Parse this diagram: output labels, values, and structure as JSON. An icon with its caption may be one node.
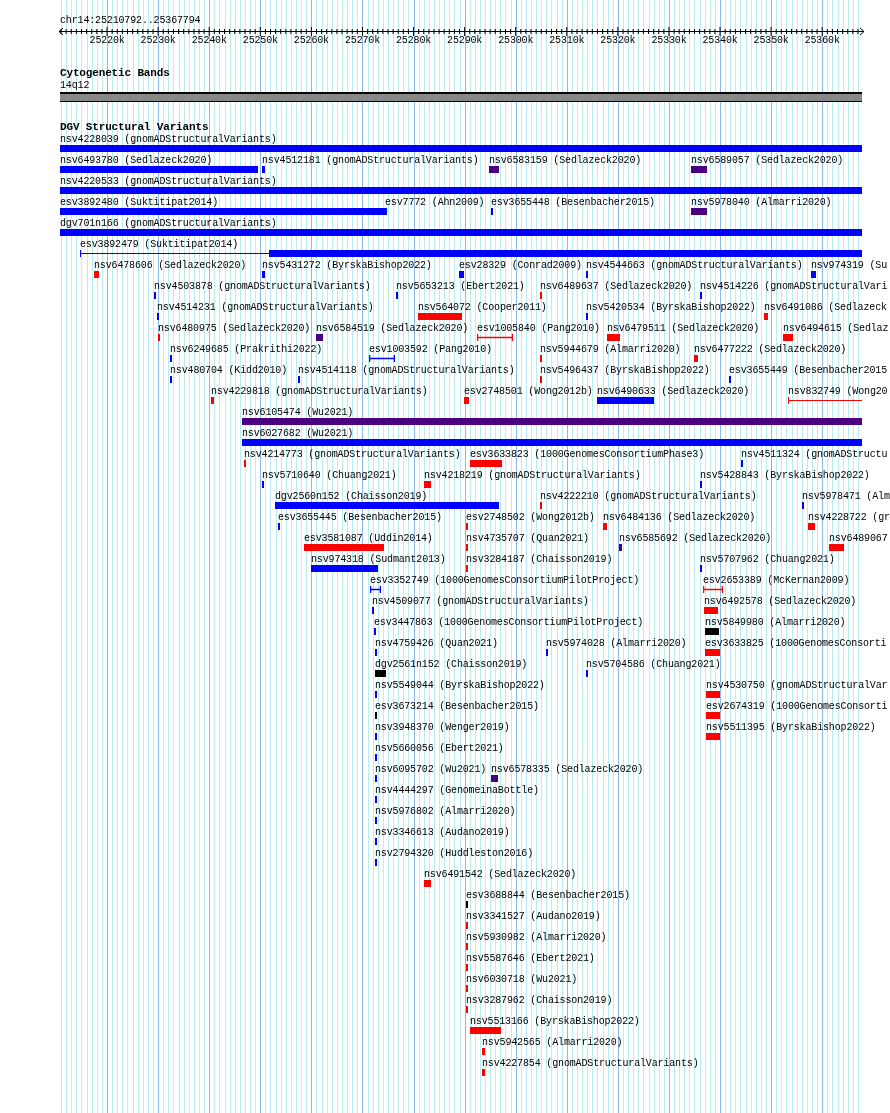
{
  "diagram": {
    "nodes": [
      {
        "text": [
          "14q12"
        ]
      },
      {
        "text": [
          "nsv4228039 (gnomADStructuralVariants)"
        ]
      },
      {
        "text": [
          "nsv6493780 (Sedlazeck2020)"
        ]
      },
      {
        "text": [
          "nsv4512181 (gnomADStructuralVariants)"
        ]
      },
      {
        "text": [
          "nsv6583159 (Sedlazeck2020)"
        ]
      },
      {
        "text": [
          "nsv6589057 (Sedlazeck2020)"
        ]
      },
      {
        "text": [
          "nsv4220533 (gnomADStructuralVariants)"
        ]
      },
      {
        "text": [
          "esv3892480 (Suktitipat2014)"
        ]
      },
      {
        "text": [
          "esv7772 (Ahn2009)"
        ]
      },
      {
        "text": [
          "esv3655448 (Besenbacher2015)"
        ]
      },
      {
        "text": [
          "nsv5978040 (Almarri2020)"
        ]
      },
      {
        "text": [
          "dgv701n166 (gnomADStructuralVariants)"
        ]
      },
      {
        "text": [
          "esv3892479 (Suktitipat2014)"
        ]
      },
      {
        "text": [
          "nsv6478606 (Sedlazeck2020)"
        ]
      },
      {
        "text": [
          "nsv5431272 (ByrskaBishop2022)"
        ]
      },
      {
        "text": [
          "esv28329 (Conrad2009)"
        ]
      },
      {
        "text": [
          "nsv4544663 (gnomADStructuralVariants)"
        ]
      },
      {
        "text": [
          "nsv974319 (Su"
        ]
      },
      {
        "text": [
          "nsv4503878 (gnomADStructuralVariants)"
        ]
      },
      {
        "text": [
          "nsv5653213 (Ebert2021)"
        ]
      },
      {
        "text": [
          "nsv6489637 (Sedlazeck2020)"
        ]
      },
      {
        "text": [
          "nsv4514226 (gnomADStructuralVari"
        ]
      },
      {
        "text": [
          "nsv4514231 (gnomADStructuralVariants)"
        ]
      },
      {
        "text": [
          "nsv564072 (Cooper2011)"
        ]
      },
      {
        "text": [
          "nsv5420534 (ByrskaBishop2022)"
        ]
      },
      {
        "text": [
          "nsv6491086 (Sedlazeck"
        ]
      },
      {
        "text": [
          "nsv6480975 (Sedlazeck2020)"
        ]
      },
      {
        "text": [
          "nsv6584519 (Sedlazeck2020)"
        ]
      },
      {
        "text": [
          "esv1005840 (Pang2010)"
        ]
      },
      {
        "text": [
          "nsv6479511 (Sedlazeck2020)"
        ]
      },
      {
        "text": [
          "nsv6494615 (Sedlaz"
        ]
      },
      {
        "text": [
          "nsv6249685 (Prakrithi2022)"
        ]
      },
      {
        "text": [
          "esv1003592 (Pang2010)"
        ]
      },
      {
        "text": [
          "nsv5944679 (Almarri2020)"
        ]
      },
      {
        "text": [
          "nsv6477222 (Sedlazeck2020)"
        ]
      },
      {
        "text": [
          "nsv480704 (Kidd2010)"
        ]
      },
      {
        "text": [
          "nsv4514118 (gnomADStructuralVariants)"
        ]
      },
      {
        "text": [
          "nsv5496437 (ByrskaBishop2022)"
        ]
      },
      {
        "text": [
          "esv3655449 (Besenbacher2015"
        ]
      },
      {
        "text": [
          "nsv4229818 (gnomADStructuralVariants)"
        ]
      },
      {
        "text": [
          "esv2748501 (Wong2012b)"
        ]
      },
      {
        "text": [
          "nsv6490633 (Sedlazeck2020)"
        ]
      },
      {
        "text": [
          "nsv832749 (Wong20"
        ]
      },
      {
        "text": [
          "nsv6105474 (Wu2021)"
        ]
      },
      {
        "text": [
          "nsv6027682 (Wu2021)"
        ]
      },
      {
        "text": [
          "nsv4214773 (gnomADStructuralVariants)"
        ]
      },
      {
        "text": [
          "esv3633823 (1000GenomesConsortiumPhase3)"
        ]
      },
      {
        "text": [
          "nsv4511324 (gnomADStructu"
        ]
      },
      {
        "text": [
          "nsv5710640 (Chuang2021)"
        ]
      },
      {
        "text": [
          "nsv4218219 (gnomADStructuralVariants)"
        ]
      },
      {
        "text": [
          "nsv5428843 (ByrskaBishop2022)"
        ]
      },
      {
        "text": [
          "dgv2560n152 (Chaisson2019)"
        ]
      },
      {
        "text": [
          "nsv4222210 (gnomADStructuralVariants)"
        ]
      },
      {
        "text": [
          "nsv5978471 (Alm"
        ]
      },
      {
        "text": [
          "esv3655445 (Besenbacher2015)"
        ]
      },
      {
        "text": [
          "esv2748502 (Wong2012b)"
        ]
      },
      {
        "text": [
          "nsv6484136 (Sedlazeck2020)"
        ]
      },
      {
        "text": [
          "nsv4228722 (gr"
        ]
      },
      {
        "text": [
          "esv3581087 (Uddin2014)"
        ]
      },
      {
        "text": [
          "nsv4735707 (Quan2021)"
        ]
      },
      {
        "text": [
          "nsv6585692 (Sedlazeck2020)"
        ]
      },
      {
        "text": [
          "nsv6489067"
        ]
      },
      {
        "text": [
          "nsv974318 (Sudmant2013)"
        ]
      },
      {
        "text": [
          "nsv3284187 (Chaisson2019)"
        ]
      },
      {
        "text": [
          "nsv5707962 (Chuang2021)"
        ]
      },
      {
        "text": [
          "esv3352749 (1000GenomesConsortiumPilotProject)"
        ]
      },
      {
        "text": [
          "esv2653389 (McKernan2009)"
        ]
      },
      {
        "text": [
          "nsv4509077 (gnomADStructuralVariants)"
        ]
      },
      {
        "text": [
          "nsv6492578 (Sedlazeck2020)"
        ]
      },
      {
        "text": [
          "esv3447863 (1000GenomesConsortiumPilotProject)"
        ]
      },
      {
        "text": [
          "nsv5849980 (Almarri2020)"
        ]
      },
      {
        "text": [
          "nsv4759426 (Quan2021)"
        ]
      },
      {
        "text": [
          "nsv5974028 (Almarri2020)"
        ]
      },
      {
        "text": [
          "esv3633825 (1000GenomesConsorti"
        ]
      },
      {
        "text": [
          "dgv2561n152 (Chaisson2019)"
        ]
      },
      {
        "text": [
          "nsv5704586 (Chuang2021)"
        ]
      },
      {
        "text": [
          "nsv5549044 (ByrskaBishop2022)"
        ]
      },
      {
        "text": [
          "nsv4530750 (gnomADStructuralVar"
        ]
      },
      {
        "text": [
          "esv3673214 (Besenbacher2015)"
        ]
      },
      {
        "text": [
          "esv2674319 (1000GenomesConsorti"
        ]
      },
      {
        "text": [
          "nsv3948370 (Wenger2019)"
        ]
      },
      {
        "text": [
          "nsv5511395 (ByrskaBishop2022)"
        ]
      },
      {
        "text": [
          "nsv5660056 (Ebert2021)"
        ]
      },
      {
        "text": [
          "nsv6095702 (Wu2021)"
        ]
      },
      {
        "text": [
          "nsv6578335 (Sedlazeck2020)"
        ]
      },
      {
        "text": [
          "nsv4444297 (GenomeinaBottle)"
        ]
      },
      {
        "text": [
          "nsv5976802 (Almarri2020)"
        ]
      },
      {
        "text": [
          "nsv3346613 (Audano2019)"
        ]
      },
      {
        "text": [
          "nsv2794320 (Huddleston2016)"
        ]
      },
      {
        "text": [
          "nsv6491542 (Sedlazeck2020)"
        ]
      },
      {
        "text": [
          "esv3688844 (Besenbacher2015)"
        ]
      },
      {
        "text": [
          "nsv3341527 (Audano2019)"
        ]
      },
      {
        "text": [
          "nsv5930982 (Almarri2020)"
        ]
      },
      {
        "text": [
          "nsv5587646 (Ebert2021)"
        ]
      },
      {
        "text": [
          "nsv6030718 (Wu2021)"
        ]
      },
      {
        "text": [
          "nsv3287962 (Chaisson2019)"
        ]
      },
      {
        "text": [
          "nsv5513166 (ByrskaBishop2022)"
        ]
      },
      {
        "text": [
          "nsv5942565 (Almarri2020)"
        ]
      },
      {
        "text": [
          "nsv4227854 (gnomADStructuralVariants)"
        ]
      }
    ],
    "labels": [
      "chr14:25210792..25367794",
      "25220k",
      "25230k",
      "25240k",
      "25250k",
      "25260k",
      "25270k",
      "25280k",
      "25290k",
      "25300k",
      "25310k",
      "25320k",
      "25330k",
      "25340k",
      "25350k",
      "25360k",
      "Cytogenetic Bands",
      "DGV Structural Variants"
    ]
  }
}
